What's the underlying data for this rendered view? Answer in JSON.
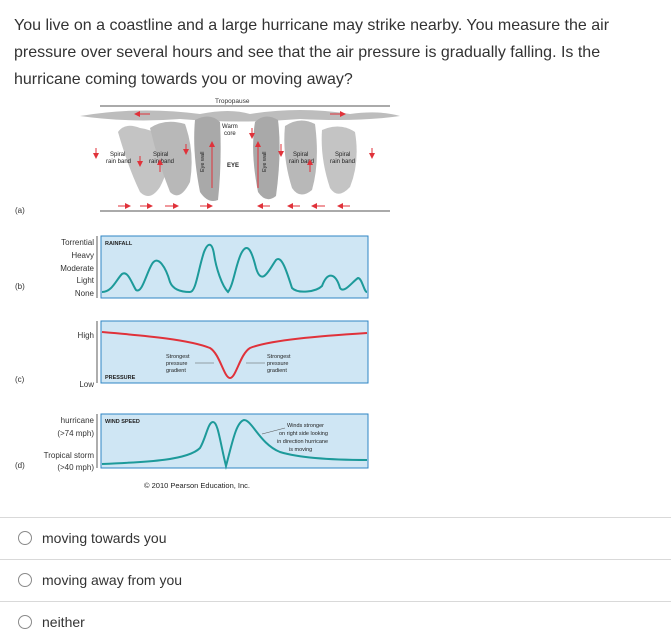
{
  "question": "You live on a coastline and a large hurricane may strike nearby. You measure the air pressure over several hours and see that the air pressure is gradually falling. Is the hurricane coming towards you or moving away?",
  "figure": {
    "panel_a": {
      "label": "(a)",
      "tropopause": "Tropopause",
      "warm_core": [
        "Warm",
        "core"
      ],
      "eye": "EYE",
      "eye_wall": "Eye wall",
      "spiral_left_outer": [
        "Spiral",
        "rain band"
      ],
      "spiral_left_inner": [
        "Spiral",
        "rain band"
      ],
      "spiral_right_inner": [
        "Spiral",
        "rain band"
      ],
      "spiral_right_outer": [
        "Spiral",
        "rain band"
      ]
    },
    "panel_b": {
      "label": "(b)",
      "title": "RAINFALL",
      "levels": [
        "Torrential",
        "Heavy",
        "Moderate",
        "Light",
        "None"
      ]
    },
    "panel_c": {
      "label": "(c)",
      "title": "PRESSURE",
      "high": "High",
      "low": "Low",
      "left_note": [
        "Strongest",
        "pressure",
        "gradient"
      ],
      "right_note": [
        "Strongest",
        "pressure",
        "gradient"
      ]
    },
    "panel_d": {
      "label": "(d)",
      "title": "WIND SPEED",
      "level_high": [
        "hurricane",
        "(>74 mph)"
      ],
      "level_low": [
        "Tropical storm",
        "(>40 mph)"
      ],
      "note": [
        "Winds stronger",
        "on right side looking",
        "in direction hurricane",
        "is moving"
      ]
    },
    "copyright": "© 2010 Pearson Education, Inc.",
    "colors": {
      "curve": "#1d9a9a",
      "pressure_curve": "#e0323a",
      "panel_bg": "#cfe6f4",
      "panel_border": "#2f86c4",
      "cloud": "#b0b0b0",
      "arrow": "#e0323a"
    }
  },
  "options": [
    {
      "label": "moving towards you"
    },
    {
      "label": "moving away from you"
    },
    {
      "label": "neither"
    }
  ]
}
